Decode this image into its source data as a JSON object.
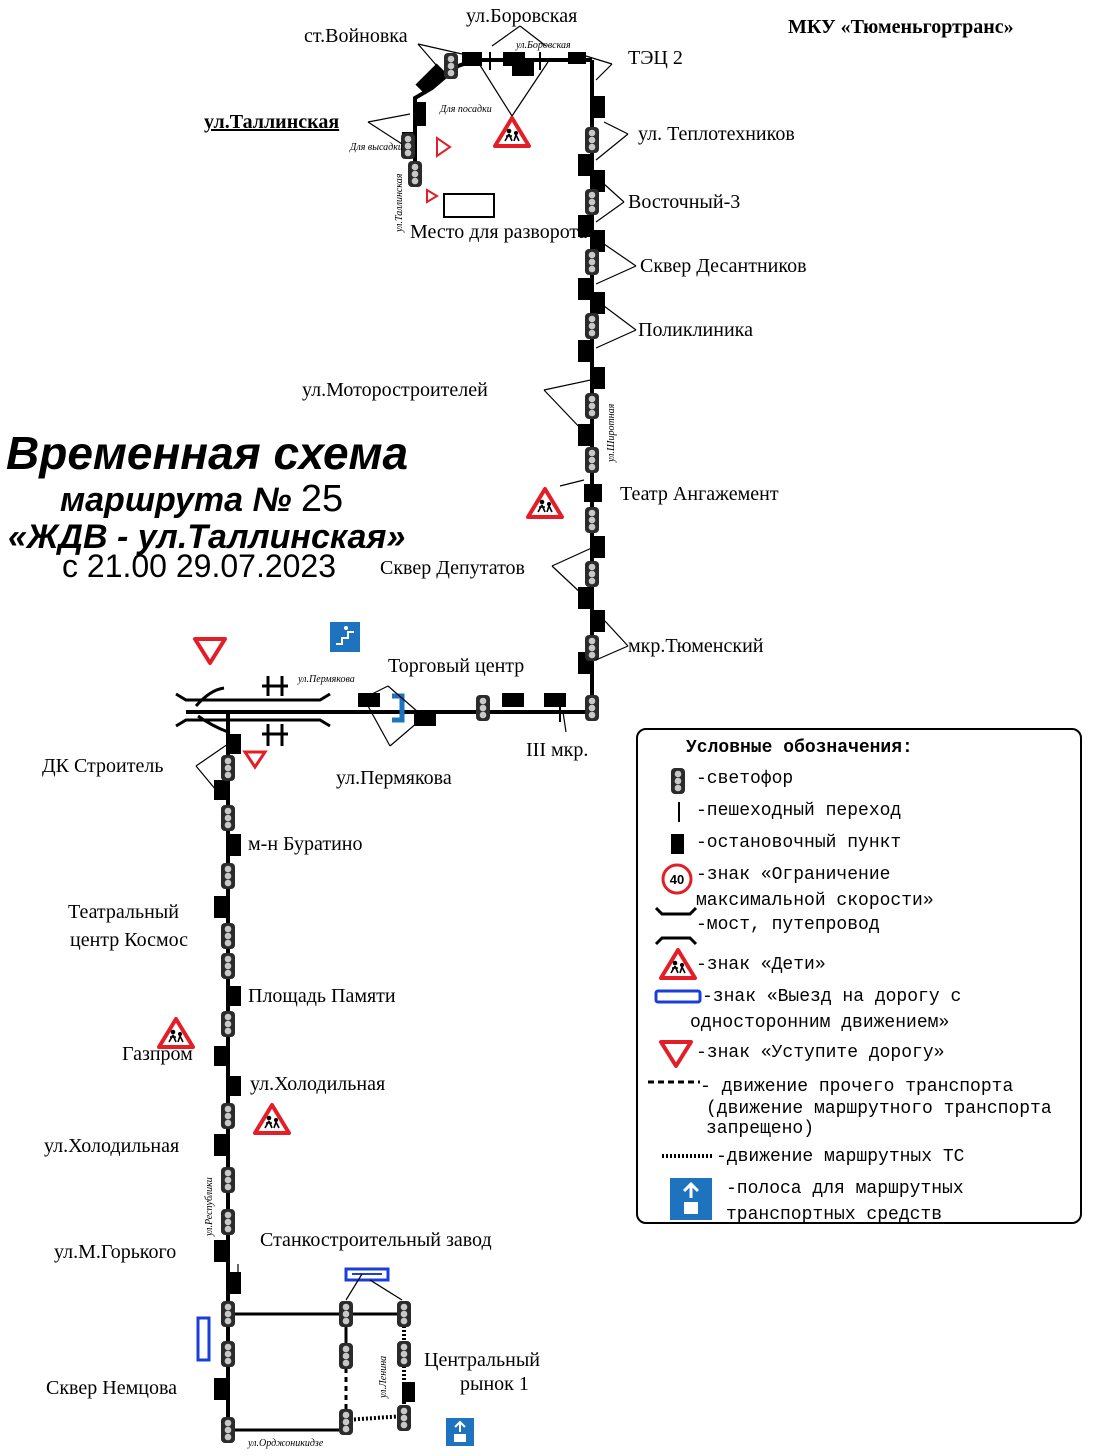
{
  "header": {
    "organization": "МКУ «Тюменьгортранс»",
    "title_line1": "Временная схема",
    "title_line2_prefix": "маршрута №",
    "route_number": "25",
    "title_line3": "«ЖДВ - ул.Таллинская»",
    "title_line4": "с 21.00 29.07.2023"
  },
  "stops": {
    "borovskaya": "ул.Боровская",
    "voinovka": "ст.Войновка",
    "tets2": "ТЭЦ 2",
    "tallinskaya": "ул.Таллинская",
    "dlya_posadki": "Для посадки",
    "dlya_vysadki": "Для высадки",
    "mesto_razvorota": "Место для разворота",
    "teplotekhnikov": "ул. Теплотехников",
    "vostochny3": "Восточный-3",
    "skver_desantnikov": "Сквер Десантников",
    "poliklinika": "Поликлиника",
    "motorostroiteley": "ул.Моторостроителей",
    "teatr_angazhement": "Театр Ангажемент",
    "skver_deputatov": "Сквер Депутатов",
    "mkr_tyumensky": "мкр.Тюменский",
    "torgovy_tsentr": "Торговый центр",
    "iii_mkr": "III мкр.",
    "ul_permyakova": "ул.Пермякова",
    "dk_stroitel": "ДК Строитель",
    "m_n_buratino": "м-н Буратино",
    "teatralny_kosmos": "Театральный центр Космос",
    "ploshchad_pamyati": "Площадь Памяти",
    "gazprom": "Газпром",
    "ul_kholodilnaya_1": "ул.Холодильная",
    "ul_kholodilnaya_2": "ул.Холодильная",
    "ul_m_gorkogo": "ул.М.Горького",
    "stankostroitelny": "Станкостроительный завод",
    "skver_nemtsova": "Сквер Немцова",
    "tsentralny_rynok": "Центральный рынок 1"
  },
  "streets": {
    "borovskaya": "ул.Боровская",
    "tallinskaya": "ул.Таллинская",
    "shirotnaya": "ул.Широтная",
    "permyakova": "ул.Пермякова",
    "respubliki": "ул.Республики",
    "lenina": "ул.Ленина",
    "ordzhonikidze": "ул.Орджоникидзе"
  },
  "speed_sign_value": "40",
  "legend": {
    "title": "Условные обозначения:",
    "traffic_light": "-светофор",
    "crosswalk": "-пешеходный переход",
    "stop": "-остановочный пункт",
    "speed_limit_1": "-знак «Ограничение",
    "speed_limit_2": "максимальной скорости»",
    "bridge": "-мост, путепровод",
    "children": "-знак «Дети»",
    "one_way_1": "-знак «Выезд на дорогу с",
    "one_way_2": "односторонним движением»",
    "yield": "-знак «Уступите дорогу»",
    "other_traffic_1": "- движение прочего транспорта",
    "other_traffic_2": "(движение маршрутного транспорта",
    "other_traffic_3": "запрещено)",
    "route_traffic": "-движение маршрутных ТС",
    "bus_lane_1": "-полоса для маршрутных",
    "bus_lane_2": "транспортных средств"
  },
  "colors": {
    "route": "#000000",
    "sign_red": "#e41e26",
    "sign_blue": "#1e73be",
    "one_way_blue": "#1a3ed8"
  }
}
